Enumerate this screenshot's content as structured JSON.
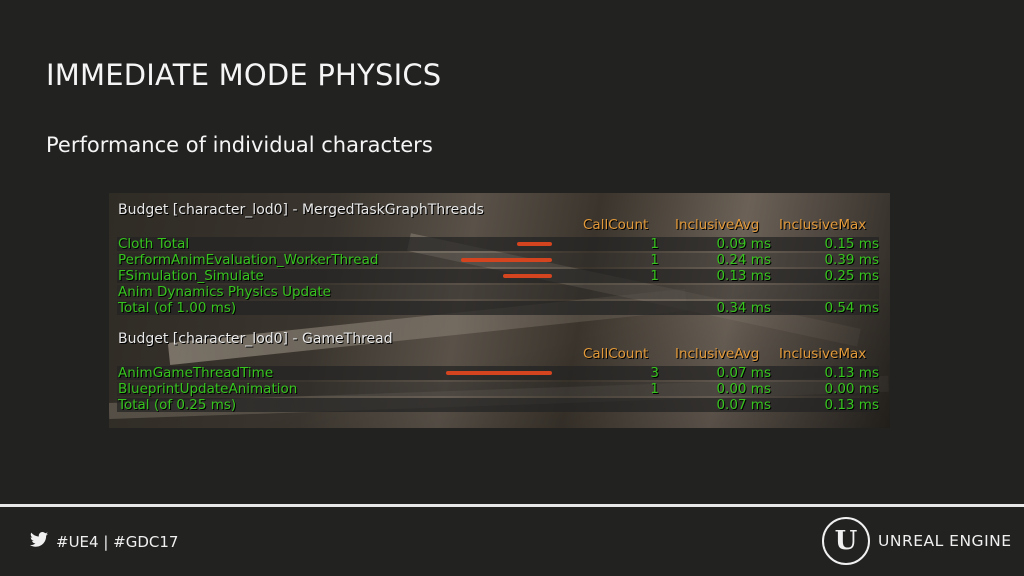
{
  "slide": {
    "title": "IMMEDIATE MODE PHYSICS",
    "subtitle": "Performance of individual characters"
  },
  "stats_panel_1": {
    "header": "Budget [character_lod0] - MergedTaskGraphThreads",
    "columns": [
      "CallCount",
      "InclusiveAvg",
      "InclusiveMax"
    ],
    "rows": [
      {
        "name": "Cloth Total",
        "call_count": "1",
        "avg": "0.09 ms",
        "max": "0.15 ms",
        "bar_fraction": 0.25
      },
      {
        "name": "PerformAnimEvaluation_WorkerThread",
        "call_count": "1",
        "avg": "0.24 ms",
        "max": "0.39 ms",
        "bar_fraction": 0.65
      },
      {
        "name": "  FSimulation_Simulate",
        "call_count": "1",
        "avg": "0.13 ms",
        "max": "0.25 ms",
        "bar_fraction": 0.35
      },
      {
        "name": "  Anim Dynamics Physics Update",
        "call_count": "",
        "avg": "",
        "max": "",
        "bar_fraction": 0
      },
      {
        "name": "Total (of 1.00 ms)",
        "call_count": "",
        "avg": "0.34 ms",
        "max": "0.54 ms",
        "bar_fraction": 0
      }
    ]
  },
  "stats_panel_2": {
    "header": "Budget [character_lod0] - GameThread",
    "columns": [
      "CallCount",
      "InclusiveAvg",
      "InclusiveMax"
    ],
    "rows": [
      {
        "name": "AnimGameThreadTime",
        "call_count": "3",
        "avg": "0.07 ms",
        "max": "0.13 ms",
        "bar_fraction": 0.76
      },
      {
        "name": "  BlueprintUpdateAnimation",
        "call_count": "1",
        "avg": "0.00 ms",
        "max": "0.00 ms",
        "bar_fraction": 0
      },
      {
        "name": "Total (of 0.25 ms)",
        "call_count": "",
        "avg": "0.07 ms",
        "max": "0.13 ms",
        "bar_fraction": 0
      }
    ]
  },
  "footer": {
    "tags": "#UE4 | #GDC17",
    "twitter_icon": "twitter-bird-icon",
    "brand_logo_letter": "U",
    "brand_name": "UNREAL ENGINE"
  },
  "colors": {
    "background": "#222221",
    "stat_green": "#37c41f",
    "stat_orange": "#e39a3a",
    "bar_red": "#d4441f"
  }
}
